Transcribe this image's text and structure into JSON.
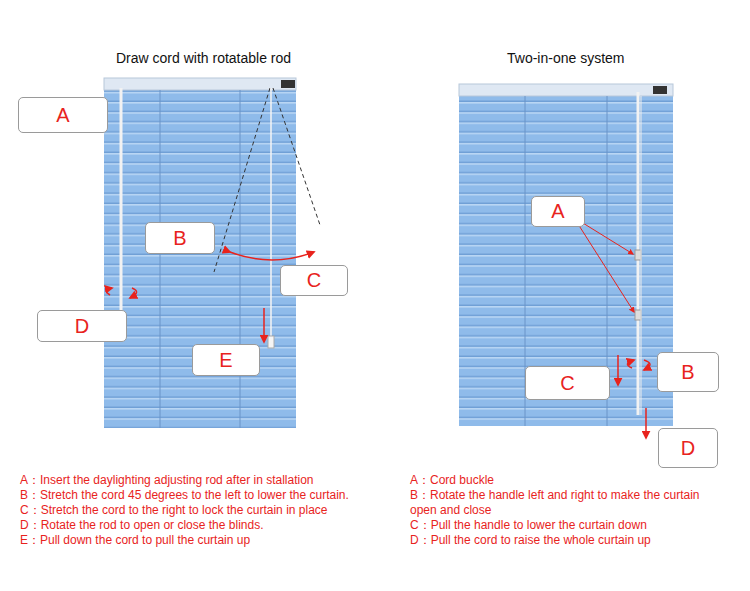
{
  "diagram": {
    "nodes": [
      {
        "text": [
          "A"
        ]
      },
      {
        "text": [
          "B"
        ]
      },
      {
        "text": [
          "C"
        ]
      },
      {
        "text": [
          "D"
        ]
      },
      {
        "text": [
          "E"
        ]
      },
      {
        "text": [
          "A"
        ]
      },
      {
        "text": [
          "B"
        ]
      },
      {
        "text": [
          "C"
        ]
      },
      {
        "text": [
          "D"
        ]
      }
    ],
    "labels": [
      "Draw cord with rotatable rod",
      "Two-in-one system",
      "A：Insert the daylighting adjusting rod after in stallation",
      "B：Stretch the cord 45 degrees to the left to lower the curtain.",
      "C：Stretch the cord to the right to lock the curtain in place",
      "D：Rotate the rod to open or close the blinds.",
      "E：Pull down the cord to pull the curtain up",
      "A：Cord buckle",
      "B：Rotate the handle left and right to make the curtain open and close",
      "C：Pull the handle to lower the curtain down",
      "D：Pull the cord to raise the whole curtain up"
    ]
  }
}
